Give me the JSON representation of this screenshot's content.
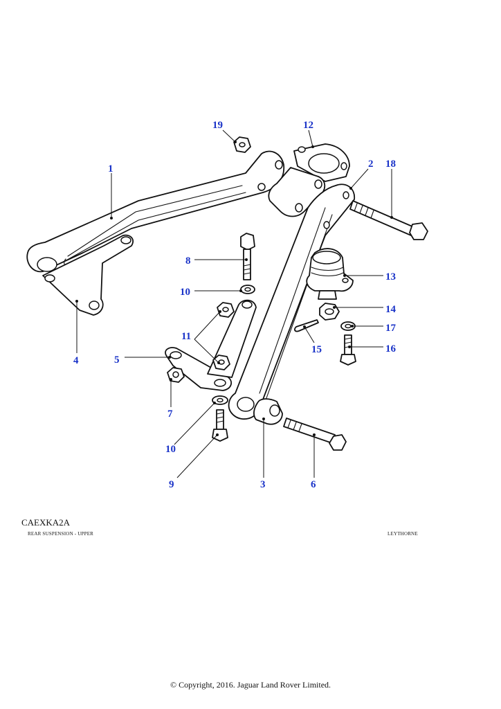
{
  "diagram": {
    "reference_code": "CAEXKA2A",
    "caption_left": "REAR SUSPENSION - UPPER",
    "caption_right": "LEYTHORNE",
    "copyright": "© Copyright, 2016. Jaguar Land Rover Limited.",
    "callouts": {
      "c1": "1",
      "c2": "2",
      "c3": "3",
      "c4": "4",
      "c5": "5",
      "c6": "6",
      "c7": "7",
      "c8": "8",
      "c9": "9",
      "c10a": "10",
      "c10b": "10",
      "c11": "11",
      "c12": "12",
      "c13": "13",
      "c14": "14",
      "c15": "15",
      "c16": "16",
      "c17": "17",
      "c18": "18",
      "c19": "19"
    },
    "colors": {
      "callout": "#1a33c8",
      "line": "#111111"
    }
  }
}
